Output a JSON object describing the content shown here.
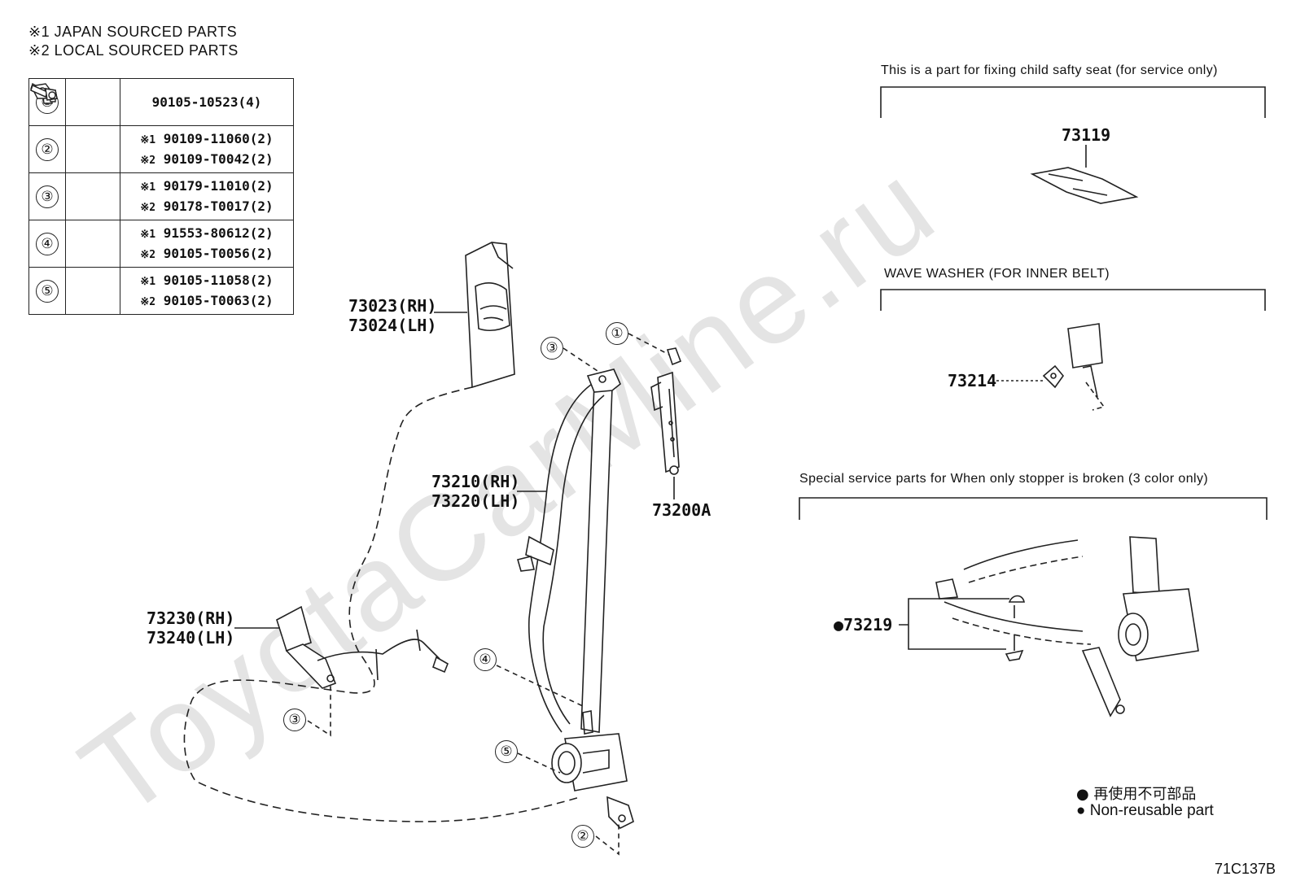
{
  "legend": {
    "japan": "※1 JAPAN SOURCED PARTS",
    "local": "※2 LOCAL SOURCED PARTS"
  },
  "fastener_table": [
    {
      "ref": "①",
      "icon": "bolt-icon",
      "lines": [
        {
          "mark": "",
          "part": "90105-10523(4)"
        }
      ]
    },
    {
      "ref": "②",
      "icon": "anchor-bolt-icon",
      "lines": [
        {
          "mark": "※1",
          "part": "90109-11060(2)"
        },
        {
          "mark": "※2",
          "part": "90109-T0042(2)"
        }
      ]
    },
    {
      "ref": "③",
      "icon": "nut-icon",
      "lines": [
        {
          "mark": "※1",
          "part": "90179-11010(2)"
        },
        {
          "mark": "※2",
          "part": "90178-T0017(2)"
        }
      ]
    },
    {
      "ref": "④",
      "icon": "bolt-icon",
      "lines": [
        {
          "mark": "※1",
          "part": "91553-80612(2)"
        },
        {
          "mark": "※2",
          "part": "90105-T0056(2)"
        }
      ]
    },
    {
      "ref": "⑤",
      "icon": "bolt-icon",
      "lines": [
        {
          "mark": "※1",
          "part": "90105-11058(2)"
        },
        {
          "mark": "※2",
          "part": "90105-T0063(2)"
        }
      ]
    }
  ],
  "callouts": {
    "pillar_garnish": [
      "73023(RH)",
      "73024(LH)"
    ],
    "belt_assy": [
      "73210(RH)",
      "73220(LH)"
    ],
    "adjuster": "73200A",
    "buckle": [
      "73230(RH)",
      "73240(LH)"
    ],
    "child_seat_part": "73119",
    "wave_washer": "73214",
    "stopper": "●73219"
  },
  "bubbles": {
    "b1": "①",
    "b3_top": "③",
    "b4": "④",
    "b5": "⑤",
    "b3_low": "③",
    "b2": "②"
  },
  "notes": {
    "child_seat": "This is a part for fixing child safty seat (for service only)",
    "wave_washer": "WAVE WASHER (FOR INNER BELT)",
    "stopper": "Special service parts for When only stopper is broken (3 color only)"
  },
  "nonreusable": {
    "jp": "● 再使用不可部品",
    "en": "● Non-reusable part"
  },
  "watermark": "ToyotaCarMine.ru",
  "figure_id": "71C137B"
}
